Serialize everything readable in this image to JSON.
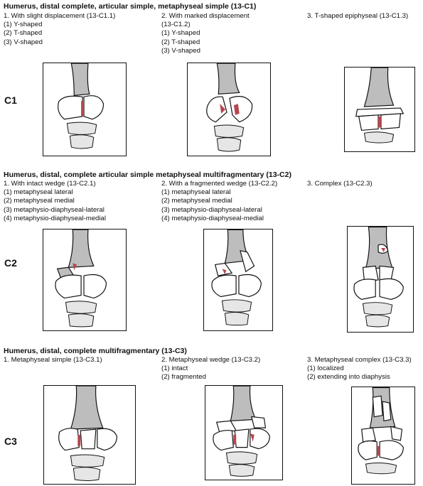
{
  "sections": [
    {
      "label": "C1",
      "heading": "Humerus, distal complete, articular simple, metaphyseal simple (13-C1)",
      "columns": [
        {
          "lines": [
            "1. With slight displacement (13-C1.1)",
            "(1) Y-shaped",
            "(2) T-shaped",
            "(3) V-shaped"
          ]
        },
        {
          "lines": [
            "2. With marked displacement",
            "(13-C1.2)",
            "(1) Y-shaped",
            "(2) T-shaped",
            "(3) V-shaped"
          ]
        },
        {
          "lines": [
            "3. T-shaped epiphyseal (13-C1.3)"
          ]
        }
      ]
    },
    {
      "label": "C2",
      "heading": "Humerus, distal, complete articular simple metaphyseal multifragmentary (13-C2)",
      "columns": [
        {
          "lines": [
            "1. With intact wedge (13-C2.1)",
            "(1) metaphyseal lateral",
            "(2) metaphyseal medial",
            "(3) metaphysio-diaphyseal-lateral",
            "(4) metaphysio-diaphyseal-medial"
          ]
        },
        {
          "lines": [
            "2. With a fragmented wedge (13-C2.2)",
            "(1) metaphyseal lateral",
            "(2) metaphyseal medial",
            "(3) metaphysio-diaphyseal-lateral",
            "(4) metaphysio-diaphyseal-medial"
          ]
        },
        {
          "lines": [
            "3. Complex (13-C2.3)"
          ]
        }
      ]
    },
    {
      "label": "C3",
      "heading": "Humerus, distal, complete multifragmentary (13-C3)",
      "columns": [
        {
          "lines": [
            "1. Metaphyseal simple (13-C3.1)"
          ]
        },
        {
          "lines": [
            "2. Metaphyseal wedge (13-C3.2)",
            "(1) intact",
            "(2) fragmented"
          ]
        },
        {
          "lines": [
            "3. Metaphyseal complex (13-C3.3)",
            "(1) localized",
            "(2) extending into diaphysis"
          ]
        }
      ]
    }
  ],
  "colors": {
    "bone_shaft": "#bdbdbd",
    "bone_light": "#e6e6e6",
    "fracture": "#b5474f",
    "ink": "#111111"
  }
}
